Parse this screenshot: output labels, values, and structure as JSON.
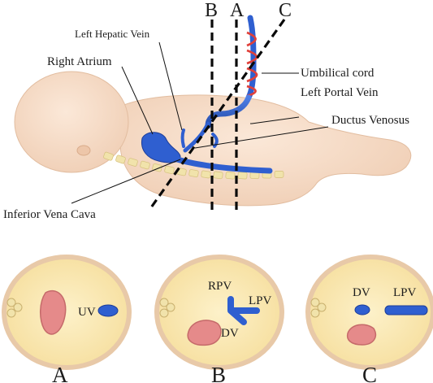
{
  "labels": {
    "left_hepatic_vein": "Left Hepatic Vein",
    "right_atrium": "Right Atrium",
    "umbilical_cord": "Umbilical cord",
    "left_portal_vein": "Left Portal Vein",
    "ductus_venosus": "Ductus Venosus",
    "inferior_vena_cava": "Inferior Vena Cava"
  },
  "planes": [
    {
      "id": "A",
      "label": "A"
    },
    {
      "id": "B",
      "label": "B"
    },
    {
      "id": "C",
      "label": "C"
    }
  ],
  "sections": [
    {
      "id": "A",
      "caption": "A",
      "vessels": [
        "UV"
      ]
    },
    {
      "id": "B",
      "caption": "B",
      "vessels": [
        "RPV",
        "LPV",
        "DV"
      ]
    },
    {
      "id": "C",
      "caption": "C",
      "vessels": [
        "DV",
        "LPV"
      ]
    }
  ],
  "colors": {
    "skin": "#f6ddc8",
    "vessel": "#2f5fd0",
    "cord_stripe": "#e0403a",
    "section_fill": "#fbe9b6",
    "spine": "#efe0a4",
    "heart": "#e58a8a"
  }
}
